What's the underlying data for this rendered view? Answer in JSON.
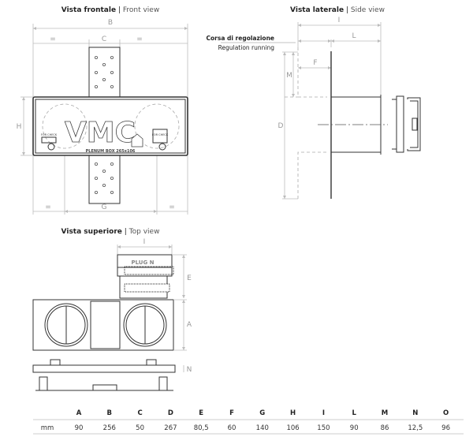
{
  "front_view": {
    "title_it": "Vista frontale",
    "separator": "|",
    "title_en": "Front view",
    "dims": {
      "B": "B",
      "C": "C",
      "H": "H",
      "G": "G",
      "eq": "="
    },
    "logo": "VMC",
    "model_label": "PLENUM BOX 265x106",
    "port_label": "FOR CHECK"
  },
  "side_view": {
    "title_it": "Vista laterale",
    "separator": "|",
    "title_en": "Side view",
    "note_it": "Corsa di regolazione",
    "note_en": "Regulation running",
    "dims": {
      "I": "I",
      "L": "L",
      "F": "F",
      "M": "M",
      "D": "D"
    }
  },
  "top_view": {
    "title_it": "Vista superiore",
    "separator": "|",
    "title_en": "Top view",
    "plug_label": "PLUG N",
    "dims": {
      "I": "I",
      "E": "E",
      "A": "A",
      "N": "N"
    }
  },
  "dimension_table": {
    "unit": "mm",
    "columns": [
      "A",
      "B",
      "C",
      "D",
      "E",
      "F",
      "G",
      "H",
      "I",
      "L",
      "M",
      "N",
      "O"
    ],
    "values": [
      "90",
      "256",
      "50",
      "267",
      "80,5",
      "60",
      "140",
      "106",
      "150",
      "90",
      "86",
      "12,5",
      "96"
    ]
  }
}
